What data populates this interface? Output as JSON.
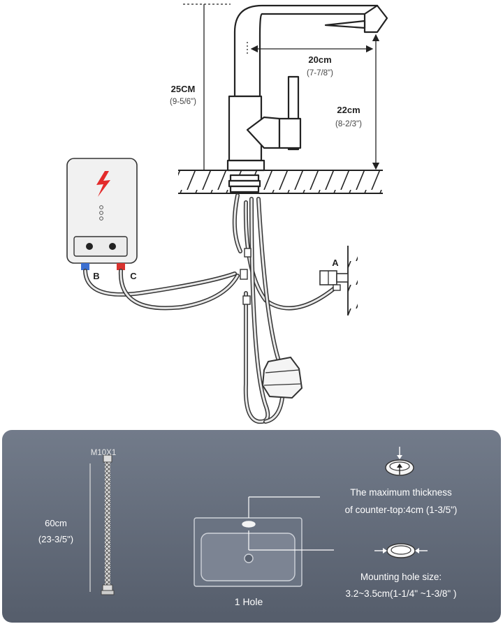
{
  "dimensions": {
    "height_total": {
      "value": "25CM",
      "sub": "(9-5/6\")"
    },
    "spout_reach": {
      "value": "20cm",
      "sub": "(7-7/8\")"
    },
    "spout_height": {
      "value": "22cm",
      "sub": "(8-2/3\")"
    }
  },
  "connections": {
    "a": "A",
    "b": "B",
    "c": "C"
  },
  "hose": {
    "thread": "M10X1",
    "length": "60cm",
    "length_sub": "(23-3/5\")"
  },
  "sink": {
    "holes": "1 Hole"
  },
  "notes": {
    "thickness_line1": "The maximum thickness",
    "thickness_line2": "of counter-top:4cm (1-3/5\")",
    "hole_line1": "Mounting hole size:",
    "hole_line2": "3.2~3.5cm(1-1/4\" ~1-3/8\" )"
  },
  "colors": {
    "panel": "#626b7a",
    "warning": "#e32b2b",
    "cold": "#3b6fd1",
    "hot": "#d8322e"
  }
}
